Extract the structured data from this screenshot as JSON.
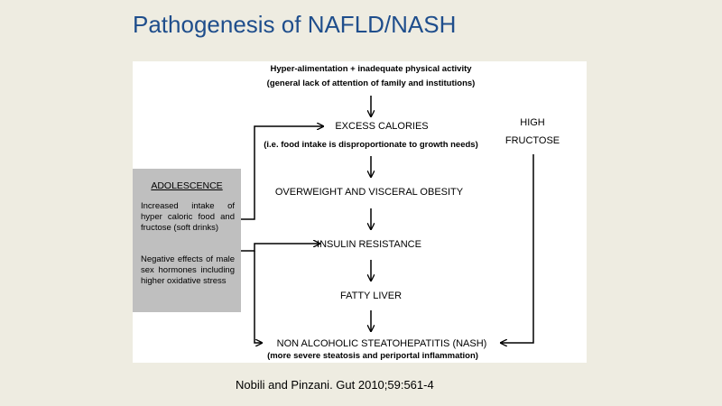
{
  "title": "Pathogenesis of NAFLD/NASH",
  "diagram": {
    "top_line1": "Hyper-alimentation + inadequate physical activity",
    "top_line2": "(general lack of attention of family and institutions)",
    "excess_calories": "EXCESS CALORIES",
    "excess_calories_note": "(i.e. food intake is disproportionate to growth needs)",
    "overweight": "OVERWEIGHT AND VISCERAL OBESITY",
    "insulin_resistance": "INSULIN RESISTANCE",
    "fatty_liver": "FATTY LIVER",
    "nash": "NON ALCOHOLIC STEATOHEPATITIS (NASH)",
    "nash_note": "(more severe steatosis and periportal inflammation)",
    "high_fructose_line1": "HIGH",
    "high_fructose_line2": "FRUCTOSE",
    "adolescence": {
      "title": "ADOLESCENCE",
      "point1": "Increased intake of hyper caloric food and fructose (soft drinks)",
      "point2": "Negative effects of male sex hormones including higher oxidative stress"
    }
  },
  "citation": "Nobili and Pinzani. Gut 2010;59:561-4"
}
